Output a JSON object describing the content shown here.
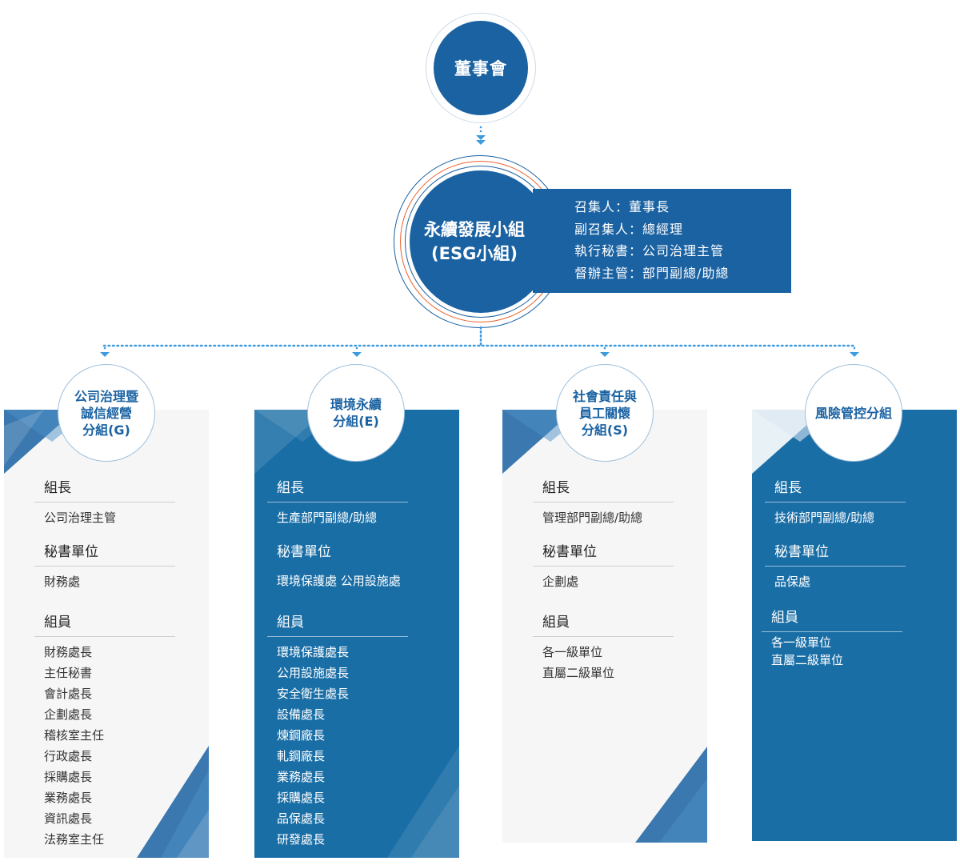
{
  "board": {
    "label": "董事會"
  },
  "esg": {
    "title_line1": "永續發展小組",
    "title_line2": "(ESG小組)",
    "roles": [
      "召集人：董事長",
      "副召集人：總經理",
      "執行秘書：公司治理主管",
      "督辦主管：部門副總/助總"
    ]
  },
  "colors": {
    "primary": "#1a62a2",
    "column_dark": "#1a6ea6",
    "connector": "#3d9be0",
    "panel_light": "#f6f6f6"
  },
  "groups": [
    {
      "name_lines": [
        "公司治理暨",
        "誠信經營",
        "分組(G)"
      ],
      "theme": "light",
      "leader_title": "組長",
      "leader": [
        "公司治理主管"
      ],
      "secretary_title": "秘書單位",
      "secretary": [
        "財務處"
      ],
      "members_title": "組員",
      "members": [
        "財務處長",
        "主任秘書",
        "會計處長",
        "企劃處長",
        "稽核室主任",
        "行政處長",
        "採購處長",
        "業務處長",
        "資訊處長",
        "法務室主任"
      ]
    },
    {
      "name_lines": [
        "環境永續",
        "分組(E)"
      ],
      "theme": "dark",
      "leader_title": "組長",
      "leader": [
        "生產部門副總/助總"
      ],
      "secretary_title": "秘書單位",
      "secretary": [
        "環境保護處 公用設施處"
      ],
      "members_title": "組員",
      "members": [
        "環境保護處長",
        "公用設施處長",
        "安全衛生處長",
        "設備處長",
        "煉鋼廠長",
        "軋鋼廠長",
        "業務處長",
        "採購處長",
        "品保處長",
        "研發處長"
      ]
    },
    {
      "name_lines": [
        "社會責任與",
        "員工關懷",
        "分組(S)"
      ],
      "theme": "light",
      "leader_title": "組長",
      "leader": [
        "管理部門副總/助總"
      ],
      "secretary_title": "秘書單位",
      "secretary": [
        "企劃處"
      ],
      "members_title": "組員",
      "members": [
        "各一級單位",
        "直屬二級單位"
      ]
    },
    {
      "name_lines": [
        "風險管控分組"
      ],
      "theme": "dark",
      "leader_title": "組長",
      "leader": [
        "技術部門副總/助總"
      ],
      "secretary_title": "秘書單位",
      "secretary": [
        "品保處"
      ],
      "members_title": "組員",
      "members": [
        "各一級單位",
        "直屬二級單位"
      ]
    }
  ]
}
